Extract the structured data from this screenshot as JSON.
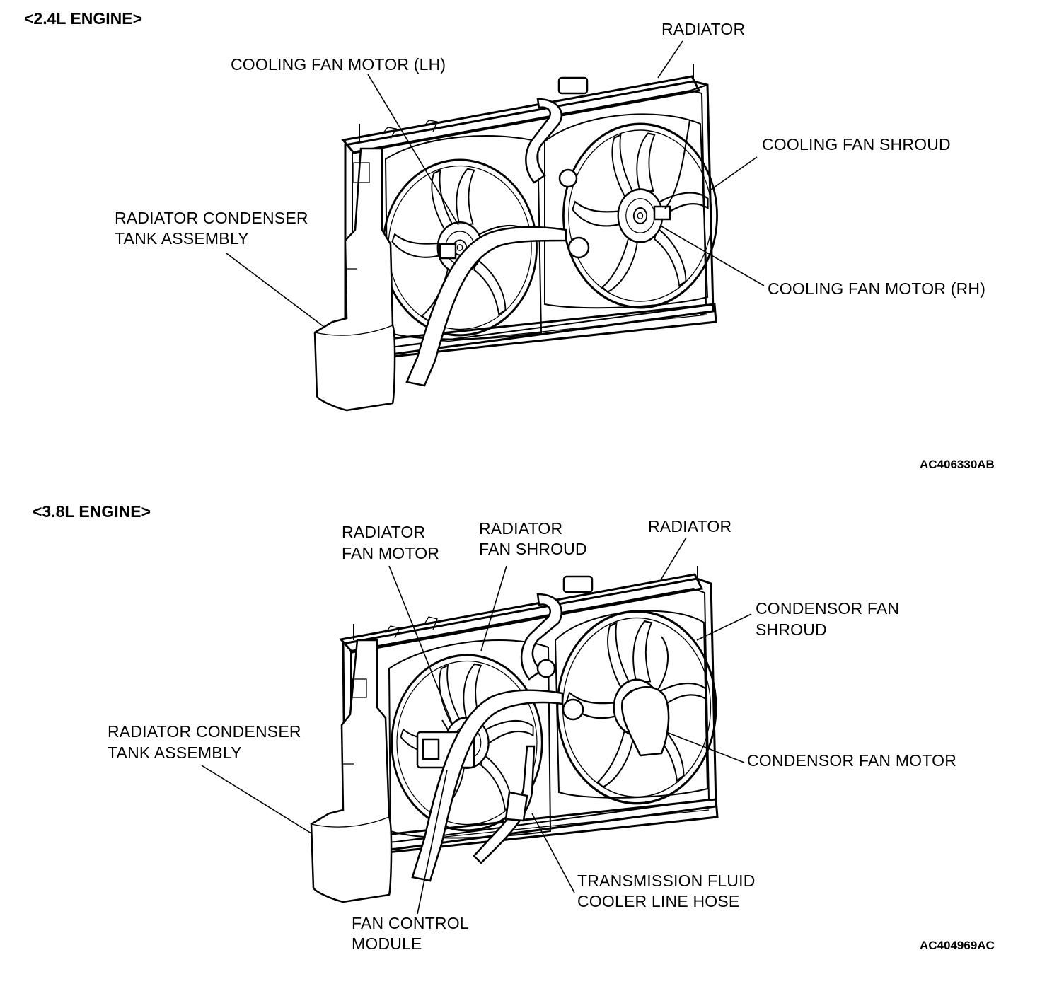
{
  "figures": [
    {
      "heading": "<2.4L ENGINE>",
      "code": "AC406330AB",
      "labels": {
        "radiator": "RADIATOR",
        "fan_motor_lh": "COOLING FAN MOTOR (LH)",
        "fan_shroud": "COOLING FAN SHROUD",
        "tank_line1": "RADIATOR CONDENSER",
        "tank_line2": "TANK ASSEMBLY",
        "fan_motor_rh": "COOLING FAN MOTOR (RH)"
      }
    },
    {
      "heading": "<3.8L ENGINE>",
      "code": "AC404969AC",
      "labels": {
        "rad_fan_motor_line1": "RADIATOR",
        "rad_fan_motor_line2": "FAN MOTOR",
        "rad_fan_shroud_line1": "RADIATOR",
        "rad_fan_shroud_line2": "FAN SHROUD",
        "radiator": "RADIATOR",
        "cond_shroud_line1": "CONDENSOR FAN",
        "cond_shroud_line2": "SHROUD",
        "tank_line1": "RADIATOR CONDENSER",
        "tank_line2": "TANK ASSEMBLY",
        "cond_fan_motor": "CONDENSOR FAN MOTOR",
        "trans_line1": "TRANSMISSION FLUID",
        "trans_line2": "COOLER LINE HOSE",
        "fcm_line1": "FAN CONTROL",
        "fcm_line2": "MODULE"
      }
    }
  ]
}
